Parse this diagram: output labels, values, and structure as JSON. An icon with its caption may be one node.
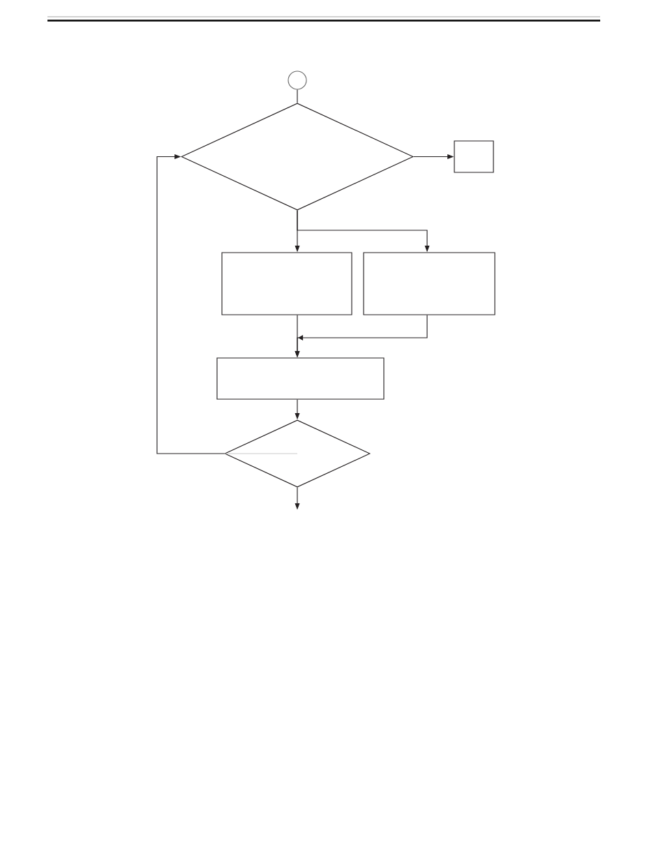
{
  "diagram": {
    "nodes": [
      {
        "text": [],
        "shape": "circle"
      },
      {
        "text": [],
        "shape": "diamond"
      },
      {
        "text": [],
        "shape": "box"
      },
      {
        "text": [],
        "shape": "box"
      },
      {
        "text": [],
        "shape": "box"
      },
      {
        "text": [],
        "shape": "box"
      },
      {
        "text": [],
        "shape": "diamond"
      }
    ],
    "edges": [
      {
        "from": 0,
        "to": 1,
        "arrow": "none"
      },
      {
        "from": 1,
        "to": 2,
        "arrow": "to"
      },
      {
        "from": 1,
        "to": 3,
        "arrow": "to"
      },
      {
        "from": 1,
        "to": 4,
        "arrow": "to"
      },
      {
        "from": 3,
        "to": 5,
        "arrow": "to"
      },
      {
        "from": 4,
        "to": 5,
        "arrow": "to"
      },
      {
        "from": 5,
        "to": 6,
        "arrow": "to"
      },
      {
        "from": 6,
        "to": 1,
        "arrow": "to"
      },
      {
        "from": 6,
        "to": null,
        "arrow": "to"
      }
    ]
  }
}
